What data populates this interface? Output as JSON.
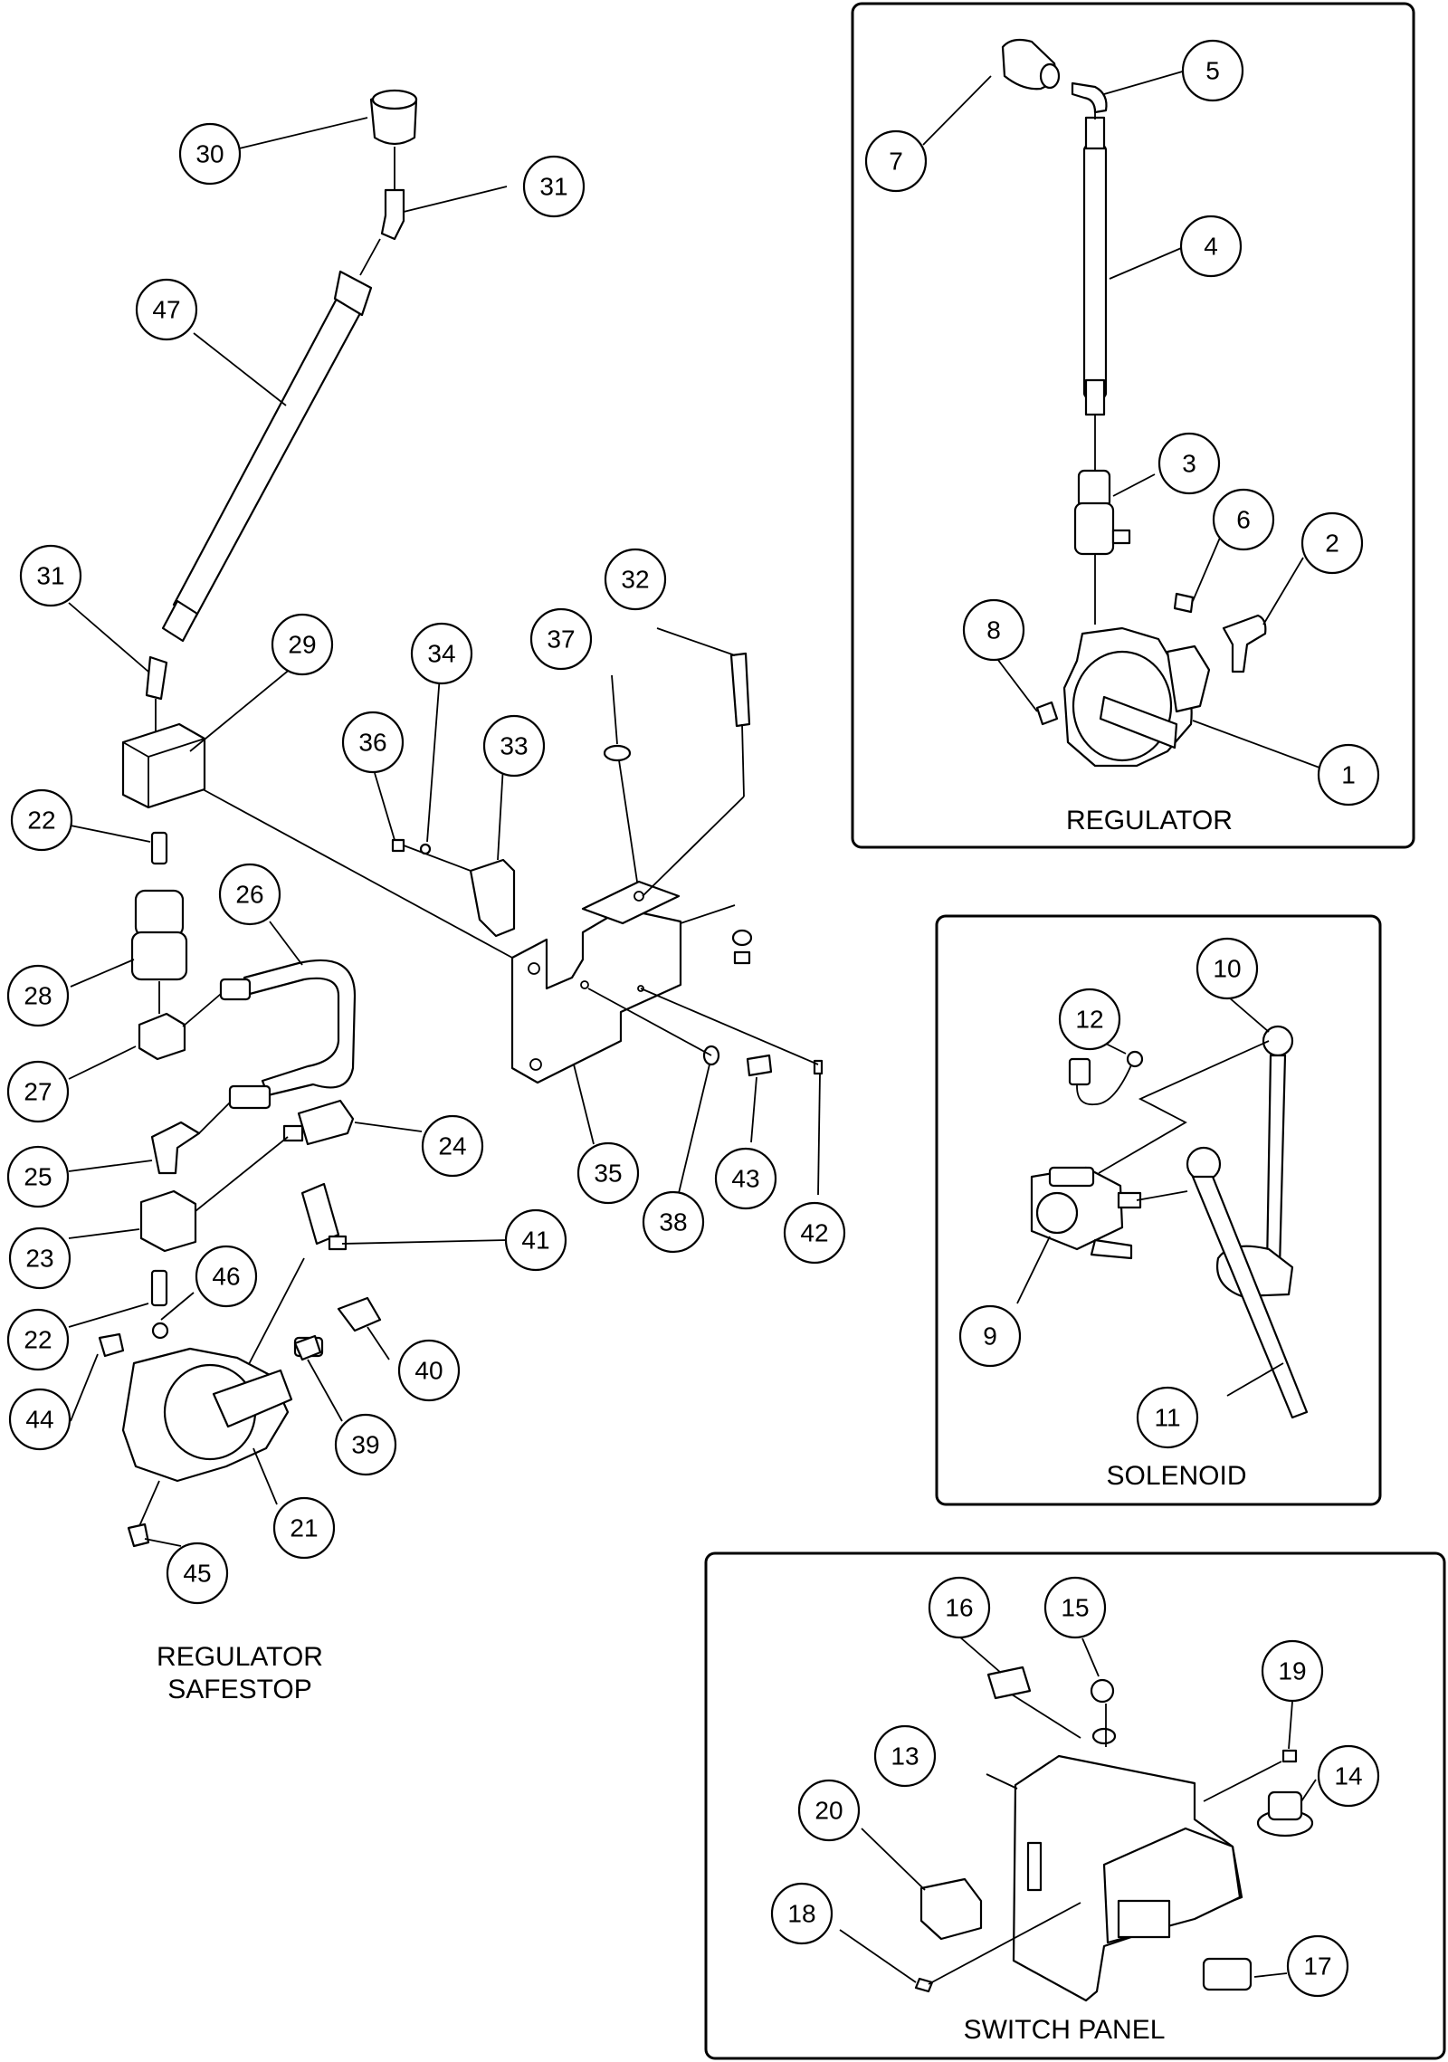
{
  "panels": {
    "regulator": "REGULATOR",
    "solenoid": "SOLENOID",
    "switch_panel": "SWITCH PANEL"
  },
  "captions": {
    "regulator_safestop_line1": "REGULATOR",
    "regulator_safestop_line2": "SAFESTOP"
  },
  "callouts": {
    "c1": "1",
    "c2": "2",
    "c3": "3",
    "c4": "4",
    "c5": "5",
    "c6": "6",
    "c7": "7",
    "c8": "8",
    "c9": "9",
    "c10": "10",
    "c11": "11",
    "c12": "12",
    "c13": "13",
    "c14": "14",
    "c15": "15",
    "c16": "16",
    "c17": "17",
    "c18": "18",
    "c19": "19",
    "c20": "20",
    "c21": "21",
    "c22a": "22",
    "c22b": "22",
    "c23": "23",
    "c24": "24",
    "c25": "25",
    "c26": "26",
    "c27": "27",
    "c28": "28",
    "c29": "29",
    "c30": "30",
    "c31a": "31",
    "c31b": "31",
    "c32": "32",
    "c33": "33",
    "c34": "34",
    "c35": "35",
    "c36": "36",
    "c37": "37",
    "c38": "38",
    "c39": "39",
    "c40": "40",
    "c41": "41",
    "c42": "42",
    "c43": "43",
    "c44": "44",
    "c45": "45",
    "c46": "46",
    "c47": "47"
  }
}
